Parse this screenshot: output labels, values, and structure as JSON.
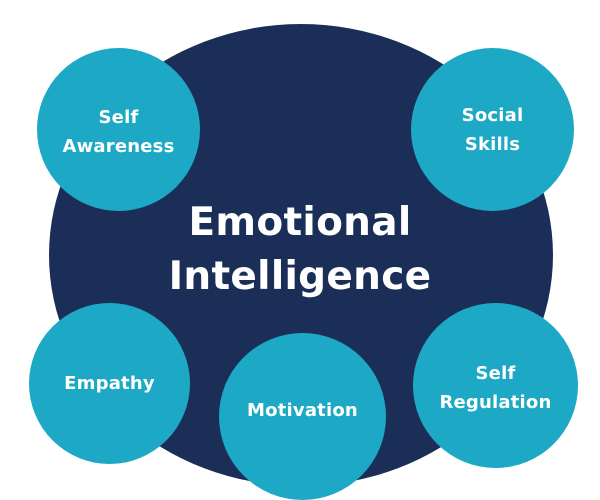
{
  "colors": {
    "center": "#1b2e57",
    "node": "#1da9c6",
    "text": "#ffffff"
  },
  "center": {
    "line1": "Emotional",
    "line2": "Intelligence"
  },
  "nodes": {
    "self_awareness": {
      "line1": "Self",
      "line2": "Awareness"
    },
    "social_skills": {
      "line1": "Social",
      "line2": "Skills"
    },
    "empathy": {
      "line1": "Empathy"
    },
    "motivation": {
      "line1": "Motivation"
    },
    "self_regulation": {
      "line1": "Self",
      "line2": "Regulation"
    }
  }
}
